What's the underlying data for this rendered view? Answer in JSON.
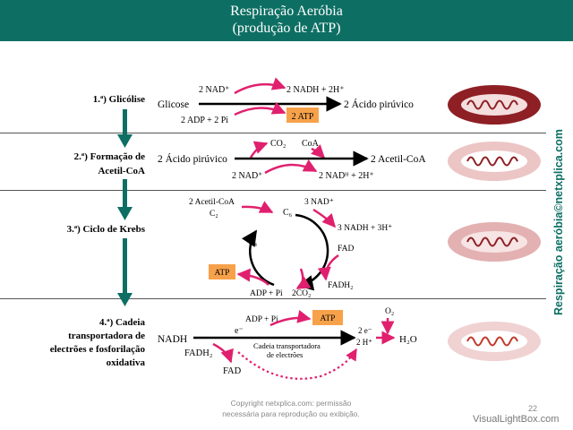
{
  "header": {
    "title_line1": "Respiração Aeróbia",
    "title_line2": "(produção de ATP)"
  },
  "stages": [
    {
      "label": "1.ª) Glicólise"
    },
    {
      "label_line1": "2.ª) Formação de",
      "label_line2": "Acetil-CoA"
    },
    {
      "label": "3.ª) Ciclo de Krebs"
    },
    {
      "label_line1": "4.ª) Cadeia",
      "label_line2": "transportadora de",
      "label_line3": "electrões e fosforilação",
      "label_line4": "oxidativa"
    }
  ],
  "glycolysis": {
    "nad": "2 NAD⁺",
    "nadh": "2 NADH + 2H⁺",
    "glucose": "Glicose",
    "adp": "2 ADP + 2 Pi",
    "atp": "2 ATP",
    "product": "2 Ácido pirúvico"
  },
  "acetyl": {
    "co2": "CO₂",
    "coa": "CoA",
    "pyruvic": "2 Ácido pirúvico",
    "product": "2 Acetil-CoA",
    "nad": "2 NAD⁺",
    "nadh": "2 NADᴴ + 2H⁺"
  },
  "krebs": {
    "acetyl": "2 Acetil-CoA",
    "c2": "C₂",
    "c6": "C₆",
    "c4": "C₄",
    "nad": "3 NAD⁺",
    "nadh": "3 NADH + 3H⁺",
    "fad": "FAD",
    "fadh2": "FADH₂",
    "co2": "2CO₂",
    "adp": "ADP + Pi",
    "atp": "ATP"
  },
  "etc": {
    "adp": "ADP + Pi",
    "atp": "ATP",
    "electron": "e⁻",
    "nadh": "NADH",
    "fadh2": "FADH₂",
    "fad": "FAD",
    "chain_line1": "Cadeia transportadora",
    "chain_line2": "de electrões",
    "o2": "O₂",
    "e2": "2 e⁻",
    "h2": "2 H⁺",
    "water": "H₂O"
  },
  "sidebar_text": "Respiração aeróbia©netxplica.com",
  "footer": {
    "copyright_line1": "Copyright netxplica.com: permissão",
    "copyright_line2": "necessária para reprodução ou exibição.",
    "page_number": "22"
  },
  "watermark": "VisualLightBox.com",
  "colors": {
    "header": "#0d6f63",
    "arrow_pink": "#e0206e",
    "atp_box": "#f7a24a",
    "mito_dark": "#8e1f24",
    "mito_light": "#e8b7b7"
  }
}
